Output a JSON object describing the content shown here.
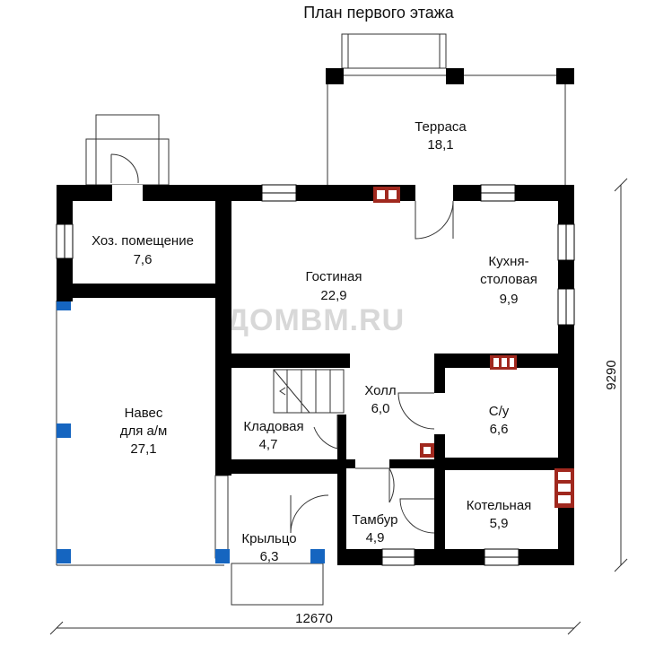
{
  "title": "План первого этажа",
  "watermark": "ДОМВМ.RU",
  "rooms": {
    "terrace": {
      "name": "Терраса",
      "area": "18,1"
    },
    "utility": {
      "name": "Хоз. помещение",
      "area": "7,6"
    },
    "living": {
      "name": "Гостиная",
      "area": "22,9"
    },
    "kitchen": {
      "name_line1": "Кухня-",
      "name_line2": "столовая",
      "area": "9,9"
    },
    "carport": {
      "name_line1": "Навес",
      "name_line2": "для а/м",
      "area": "27,1"
    },
    "hall": {
      "name": "Холл",
      "area": "6,0"
    },
    "wc": {
      "name": "С/у",
      "area": "6,6"
    },
    "pantry": {
      "name": "Кладовая",
      "area": "4,7"
    },
    "vestibule": {
      "name": "Тамбур",
      "area": "4,9"
    },
    "boiler": {
      "name": "Котельная",
      "area": "5,9"
    },
    "porch": {
      "name": "Крыльцо",
      "area": "6,3"
    }
  },
  "dimensions": {
    "width": "12670",
    "height": "9290"
  },
  "colors": {
    "wall": "#000000",
    "post": "#1565c0",
    "chimney": "#a0281e"
  }
}
